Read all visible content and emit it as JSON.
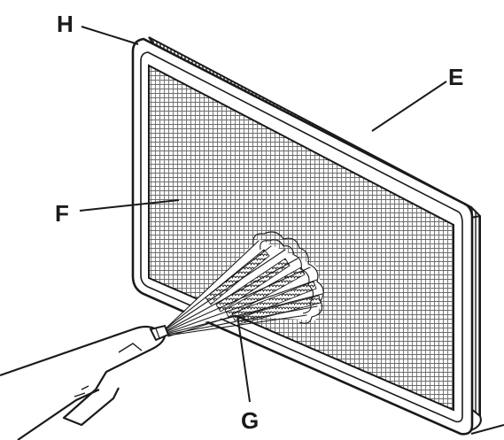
{
  "figure": {
    "labels": {
      "H": "H",
      "E": "E",
      "F": "F",
      "G": "G"
    }
  }
}
